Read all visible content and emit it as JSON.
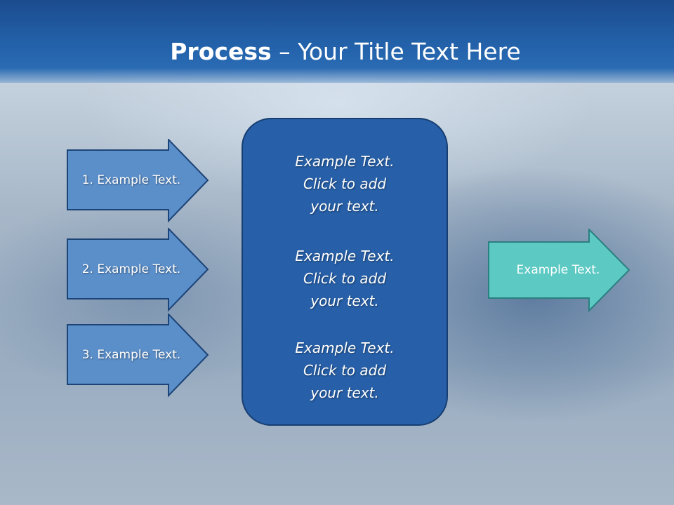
{
  "slide": {
    "title_bold": "Process",
    "title_rest": " – Your Title Text Here"
  },
  "inputs": [
    {
      "label": "1. Example Text."
    },
    {
      "label": "2. Example Text."
    },
    {
      "label": "3. Example Text."
    }
  ],
  "center": {
    "blocks": [
      {
        "line1": "Example Text.",
        "line2": "Click  to add",
        "line3": "your text."
      },
      {
        "line1": "Example Text.",
        "line2": "Click  to add",
        "line3": "your text."
      },
      {
        "line1": "Example Text.",
        "line2": "Click  to add",
        "line3": "your text."
      }
    ]
  },
  "output": {
    "label": "Example Text."
  },
  "colors": {
    "title_band": "#2362aa",
    "input_arrow_fill": "#5b8fca",
    "input_arrow_stroke": "#1d4477",
    "center_fill": "#2760a9",
    "output_arrow_fill": "#5cc9c3",
    "output_arrow_stroke": "#2a7f80"
  }
}
